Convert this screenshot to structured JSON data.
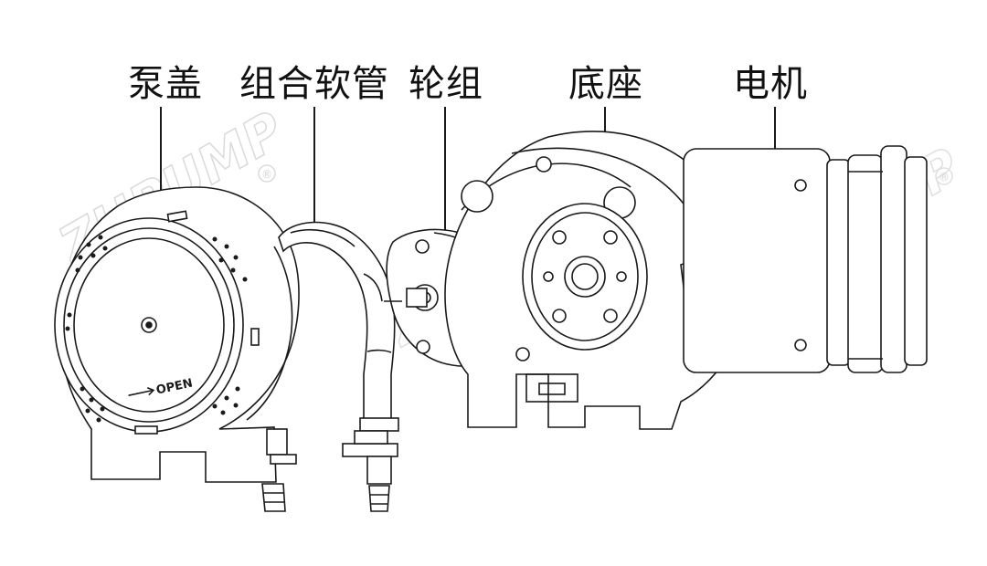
{
  "labels": {
    "pump_cover": "泵盖",
    "combined_tube": "组合软管",
    "roller_group": "轮组",
    "base": "底座",
    "motor": "电机"
  },
  "cover_marking": "OPEN",
  "watermark": "ZHPUMP",
  "registered_mark": "®",
  "colors": {
    "line": "#1a1a1a",
    "label": "#111111",
    "watermark": "#d9d9d9"
  }
}
